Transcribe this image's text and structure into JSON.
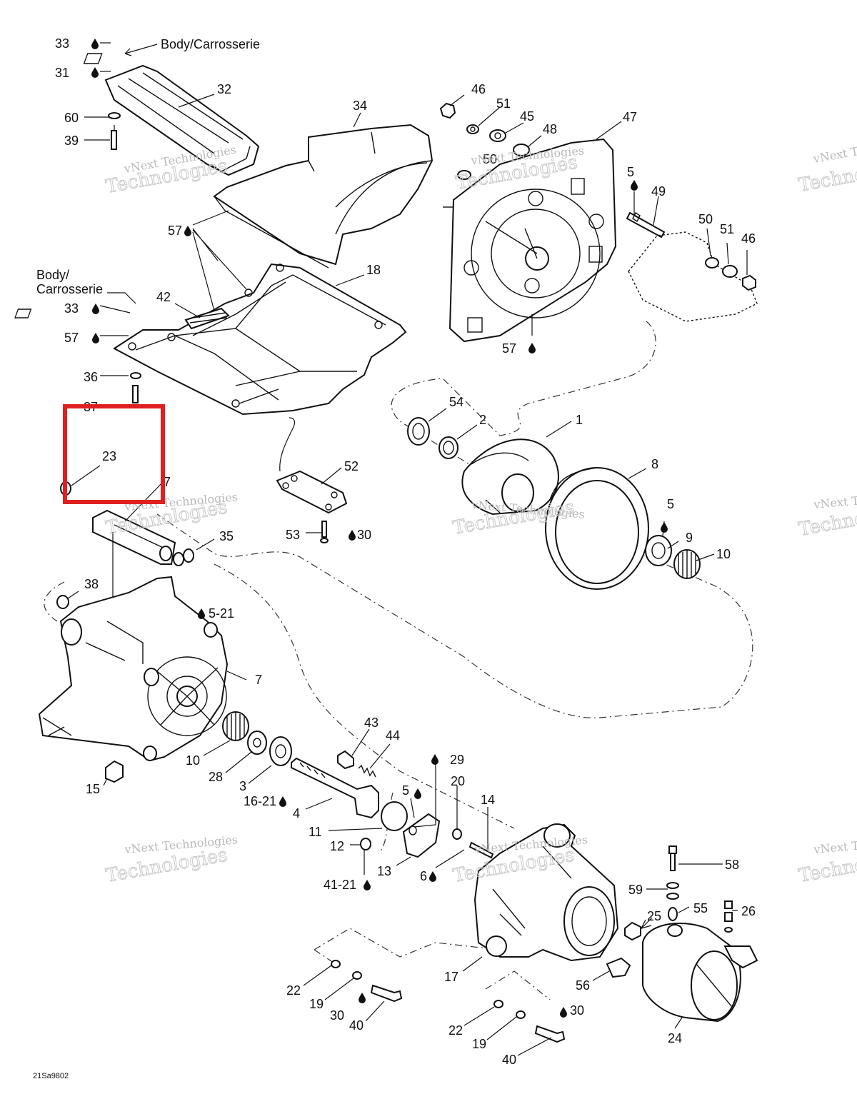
{
  "diagram": {
    "drawing_code": "21Sa9802",
    "watermark": {
      "small": "vNext Technologies",
      "big": "Technologies"
    },
    "callouts": {
      "body_top": "Body/Carrosserie",
      "body_left_1": "Body/",
      "body_left_2": "Carrosserie"
    },
    "labels": {
      "l33a": "33",
      "l31": "31",
      "l32": "32",
      "l60": "60",
      "l39": "39",
      "l34": "34",
      "l46a": "46",
      "l51a": "51",
      "l45": "45",
      "l48": "48",
      "l50a": "50",
      "l47": "47",
      "l5a": "5",
      "l49": "49",
      "l50b": "50",
      "l51b": "51",
      "l46b": "46",
      "l57a": "57",
      "l18": "18",
      "l42": "42",
      "l33b": "33",
      "l57b": "57",
      "l36": "36",
      "l37": "37",
      "l57c": "57",
      "l54": "54",
      "l2": "2",
      "l1": "1",
      "l23": "23",
      "l27": "7",
      "l52": "52",
      "l8": "8",
      "l5b": "5",
      "l9": "9",
      "l10a": "10",
      "l53": "53",
      "l30a": "30",
      "l35": "35",
      "l38": "38",
      "l521": "5-21",
      "l7": "7",
      "l10b": "10",
      "l28": "28",
      "l3": "3",
      "l1621": "16-21",
      "l15": "15",
      "l4": "4",
      "l43": "43",
      "l44": "44",
      "l29": "29",
      "l20": "20",
      "l5c": "5",
      "l14": "14",
      "l11": "11",
      "l12": "12",
      "l13": "13",
      "l6": "6",
      "l4121": "41-21",
      "l58": "58",
      "l59": "59",
      "l55": "55",
      "l26": "26",
      "l25": "25",
      "l56": "56",
      "l17": "17",
      "l24": "24",
      "l22a": "22",
      "l19a": "19",
      "l30b": "30",
      "l40a": "40",
      "l22b": "22",
      "l19b": "19",
      "l30c": "30",
      "l40b": "40"
    },
    "highlight": {
      "label": "23",
      "color": "#e02020"
    }
  }
}
